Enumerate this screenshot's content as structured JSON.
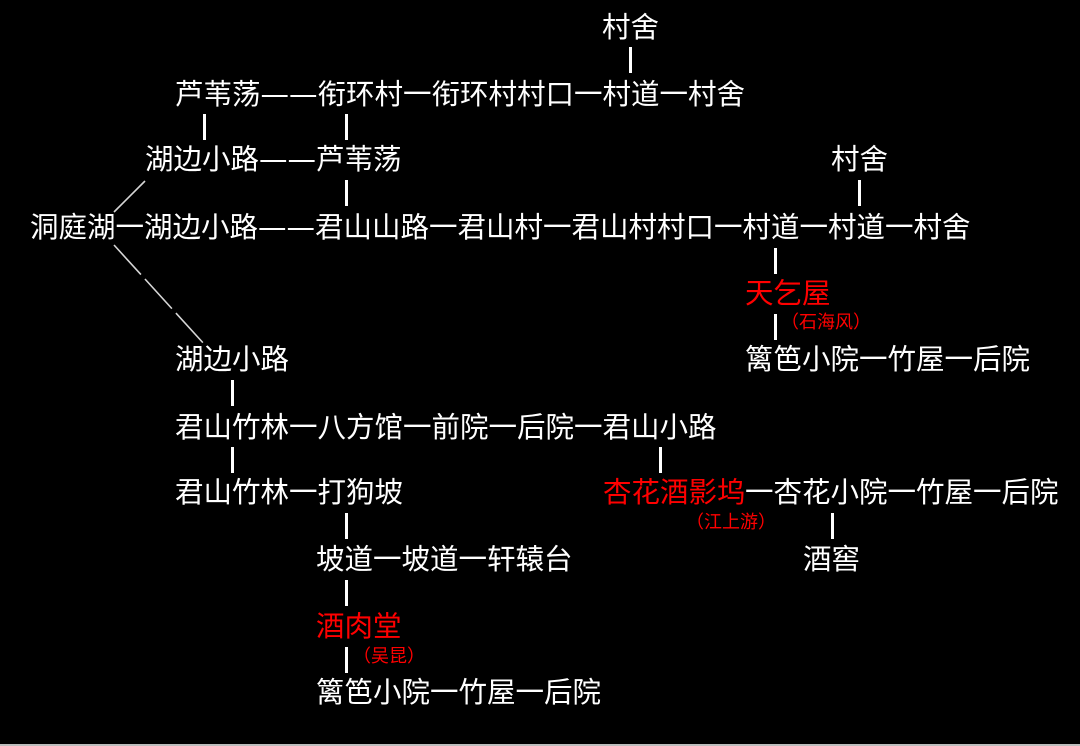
{
  "colors": {
    "background": "#000000",
    "text": "#ffffff",
    "highlight": "#ff0000",
    "connector": "#d6d6d6"
  },
  "map": {
    "top_cunshe": "村舍",
    "xianhuan_route": "芦苇荡——衔环村一衔环村村口一村道一村舍",
    "lakeside_to_reeds": "湖边小路——芦苇荡",
    "junshan_cunshe": "村舍",
    "main_route": "洞庭湖一湖边小路——君山山路一君山村一君山村村口一村道一村道一村舍",
    "beggar_house": {
      "name": "天乞屋",
      "npc": "（石海风）"
    },
    "lakeside_south": "湖边小路",
    "beggar_yard_route": "篱笆小院一竹屋一后院",
    "bamboo_route": "君山竹林一八方馆一前院一后院一君山小路",
    "dog_slope_route": "君山竹林一打狗坡",
    "apricot_tavern": {
      "name": "杏花酒影坞",
      "npc": "（江上游）"
    },
    "apricot_yard_route": "一杏花小院一竹屋一后院",
    "slope_route": "坡道一坡道一轩辕台",
    "wine_cellar": "酒窖",
    "meat_hall": {
      "name": "酒肉堂",
      "npc": "（吴昆）"
    },
    "meat_hall_yard_route": "篱笆小院一竹屋一后院"
  }
}
